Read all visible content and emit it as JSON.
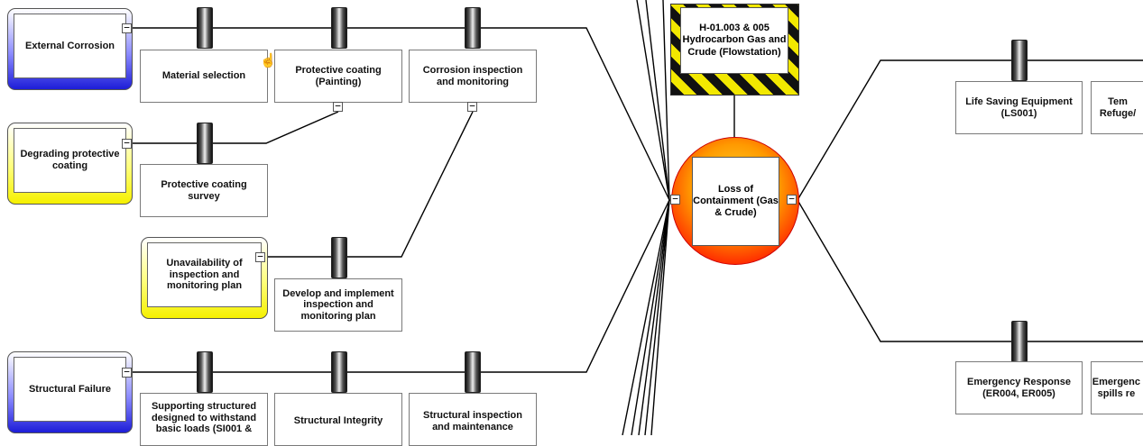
{
  "hazard": {
    "label": "H-01.003 & 005 Hydrocarbon Gas and Crude (Flowstation)"
  },
  "top_event": {
    "label": "Loss of Containment (Gas & Crude)"
  },
  "collapse_symbol": "−",
  "cursor_symbol": "☝",
  "threats": [
    {
      "label": "External Corrosion",
      "color": "#1d1dd8"
    },
    {
      "label": "Degrading protective coating",
      "color": "#f5f000"
    },
    {
      "label": "Unavailability of inspection and monitoring plan",
      "color": "#f5f000"
    },
    {
      "label": "Structural Failure",
      "color": "#1d1dd8"
    }
  ],
  "preventive_barriers": [
    {
      "label": "Material selection"
    },
    {
      "label": "Protective coating (Painting)"
    },
    {
      "label": "Corrosion inspection and monitoring"
    },
    {
      "label": "Protective coating survey"
    },
    {
      "label": "Develop and implement inspection and monitoring plan"
    },
    {
      "label": "Supporting structured designed to withstand basic loads (SI001 &"
    },
    {
      "label": "Structural Integrity"
    },
    {
      "label": "Structural inspection and maintenance"
    }
  ],
  "recovery_barriers": [
    {
      "label": "Life Saving Equipment (LS001)"
    },
    {
      "label": "Tem Refuge/"
    },
    {
      "label": "Emergency Response (ER004, ER005)"
    },
    {
      "label": "Emergenc spills re"
    }
  ]
}
